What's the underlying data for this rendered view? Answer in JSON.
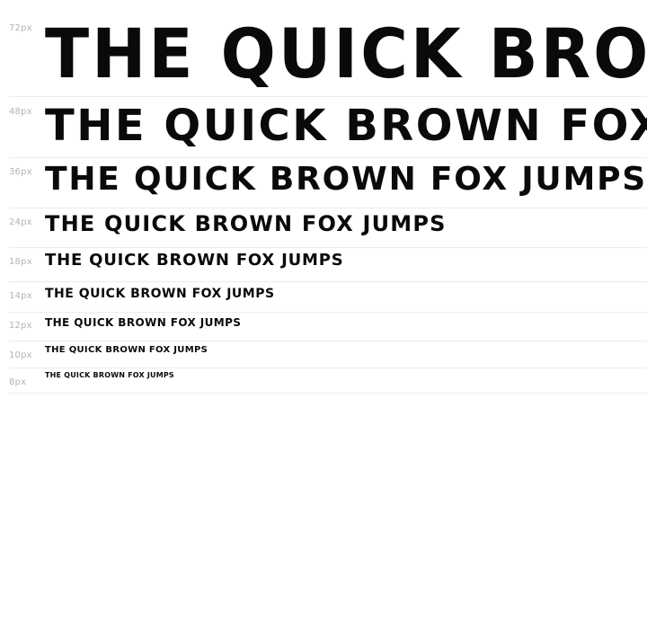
{
  "specimen": {
    "sample_text": "THE QUICK BROWN FOX JUMPS",
    "rows": [
      {
        "size_label": "72px"
      },
      {
        "size_label": "48px"
      },
      {
        "size_label": "36px"
      },
      {
        "size_label": "24px"
      },
      {
        "size_label": "18px"
      },
      {
        "size_label": "14px"
      },
      {
        "size_label": "12px"
      },
      {
        "size_label": "10px"
      },
      {
        "size_label": "8px"
      }
    ]
  }
}
